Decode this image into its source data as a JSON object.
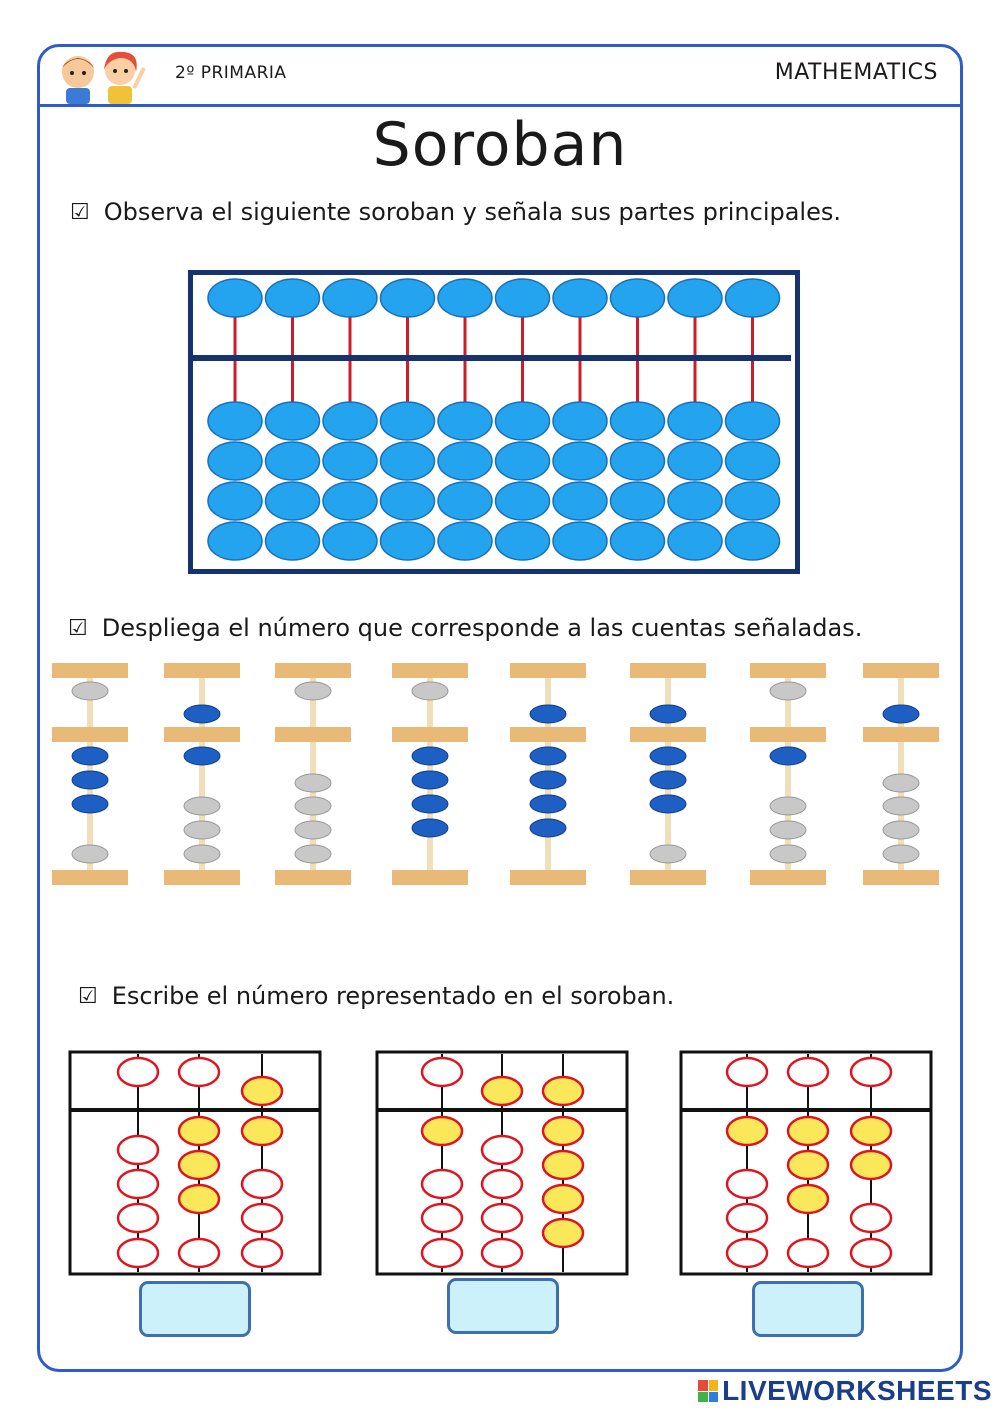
{
  "header": {
    "grade": "2º PRIMARIA",
    "subject": "MATHEMATICS",
    "illustration_icon": "kids-illustration-icon"
  },
  "title": "Soroban",
  "instructions": [
    {
      "check_icon": "☑",
      "text": "Observa el siguiente soroban y señala sus partes principales."
    },
    {
      "check_icon": "☑",
      "text": "Despliega el número que corresponde a las cuentas señaladas."
    },
    {
      "check_icon": "☑",
      "text": "Escribe el número representado en el soroban."
    }
  ],
  "colors": {
    "frame": "#2f5cc8",
    "bead_blue": "#24a4ef",
    "bead_gray": "#c8c8c8",
    "bead_active": "#1e5fc4",
    "rod_red": "#cc1d2a",
    "bar_wood": "#e9b978",
    "bead_yellow": "#fbe85a",
    "bead_red_outline": "#e0141e",
    "answer_fill": "#cdf1fb"
  },
  "big_soroban": {
    "rods": 10,
    "upper_beads": 1,
    "lower_beads": 4
  },
  "columns": [
    {
      "upper_active": false,
      "lower_active": 3
    },
    {
      "upper_active": true,
      "lower_active": 1
    },
    {
      "upper_active": false,
      "lower_active": 0
    },
    {
      "upper_active": false,
      "lower_active": 4
    },
    {
      "upper_active": true,
      "lower_active": 4
    },
    {
      "upper_active": true,
      "lower_active": 3
    },
    {
      "upper_active": false,
      "lower_active": 1
    },
    {
      "upper_active": true,
      "lower_active": 0
    }
  ],
  "small_sorobans": [
    {
      "rods": [
        {
          "upper_active": false,
          "lower_active": 0
        },
        {
          "upper_active": false,
          "lower_active": 3
        },
        {
          "upper_active": true,
          "lower_active": 1
        }
      ],
      "answer": ""
    },
    {
      "rods": [
        {
          "upper_active": false,
          "lower_active": 1
        },
        {
          "upper_active": true,
          "lower_active": 0
        },
        {
          "upper_active": true,
          "lower_active": 4
        }
      ],
      "answer": ""
    },
    {
      "rods": [
        {
          "upper_active": false,
          "lower_active": 1
        },
        {
          "upper_active": false,
          "lower_active": 3
        },
        {
          "upper_active": false,
          "lower_active": 2
        }
      ],
      "answer": ""
    }
  ],
  "brand": "LIVEWORKSHEETS"
}
